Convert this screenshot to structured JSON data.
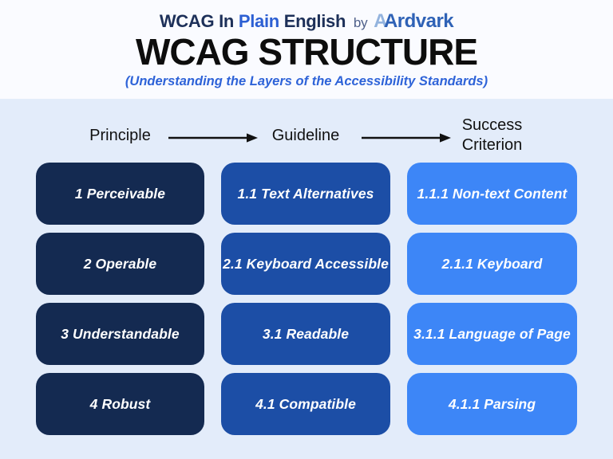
{
  "header": {
    "brand": {
      "wcag_in": "WCAG In",
      "plain": "Plain",
      "english": "English",
      "by": "by",
      "logo_first_a": "A",
      "logo_name": "Ardvark"
    },
    "title": "WCAG STRUCTURE",
    "subtitle": "(Understanding the Layers of the Accessibility Standards)"
  },
  "diagram": {
    "flow_labels": {
      "principle": "Principle",
      "guideline": "Guideline",
      "success_criterion": "Success\nCriterion"
    },
    "principles": [
      "1 Perceivable",
      "2 Operable",
      "3 Understandable",
      "4 Robust"
    ],
    "guidelines": [
      "1.1 Text Alternatives",
      "2.1 Keyboard Accessible",
      "3.1 Readable",
      "4.1 Compatible"
    ],
    "success_criteria": [
      "1.1.1 Non-text Content",
      "2.1.1 Keyboard",
      "3.1.1 Language of Page",
      "4.1.1 Parsing"
    ]
  },
  "colors": {
    "page_background": "#fafbff",
    "panel_background": "#e3ecfa",
    "principle_box": "#142a51",
    "guideline_box": "#1c4ea6",
    "criterion_box": "#3d86f7",
    "box_text": "#ffffff",
    "title_text": "#0d0d0d",
    "subtitle_text": "#2e63d8",
    "flow_text": "#111111",
    "arrow": "#111111",
    "brand_navy": "#1d3059",
    "brand_blue": "#2c5fd3",
    "brand_by": "#4f608a",
    "logo_light": "#93b3de",
    "logo_dark": "#2f62b6"
  }
}
